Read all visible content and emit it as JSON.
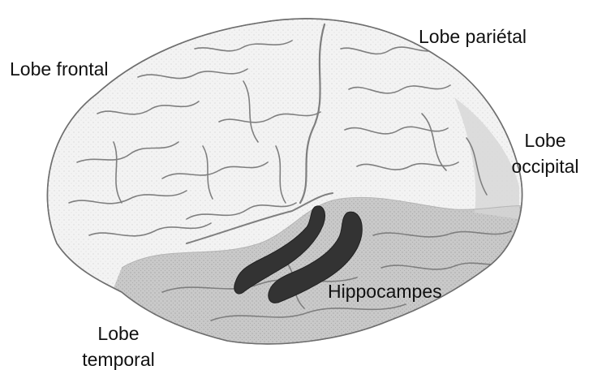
{
  "labels": {
    "frontal": "Lobe frontal",
    "parietal": "Lobe pariétal",
    "occipital_line1": "Lobe",
    "occipital_line2": "occipital",
    "temporal_line1": "Lobe",
    "temporal_line2": "temporal",
    "hippocampus": "Hippocampes"
  },
  "colors": {
    "upper_brain_fill": "#f3f3f3",
    "lower_brain_fill": "#c9c9c9",
    "hippocampus_fill": "#333333",
    "outline": "#7a7a7a"
  }
}
